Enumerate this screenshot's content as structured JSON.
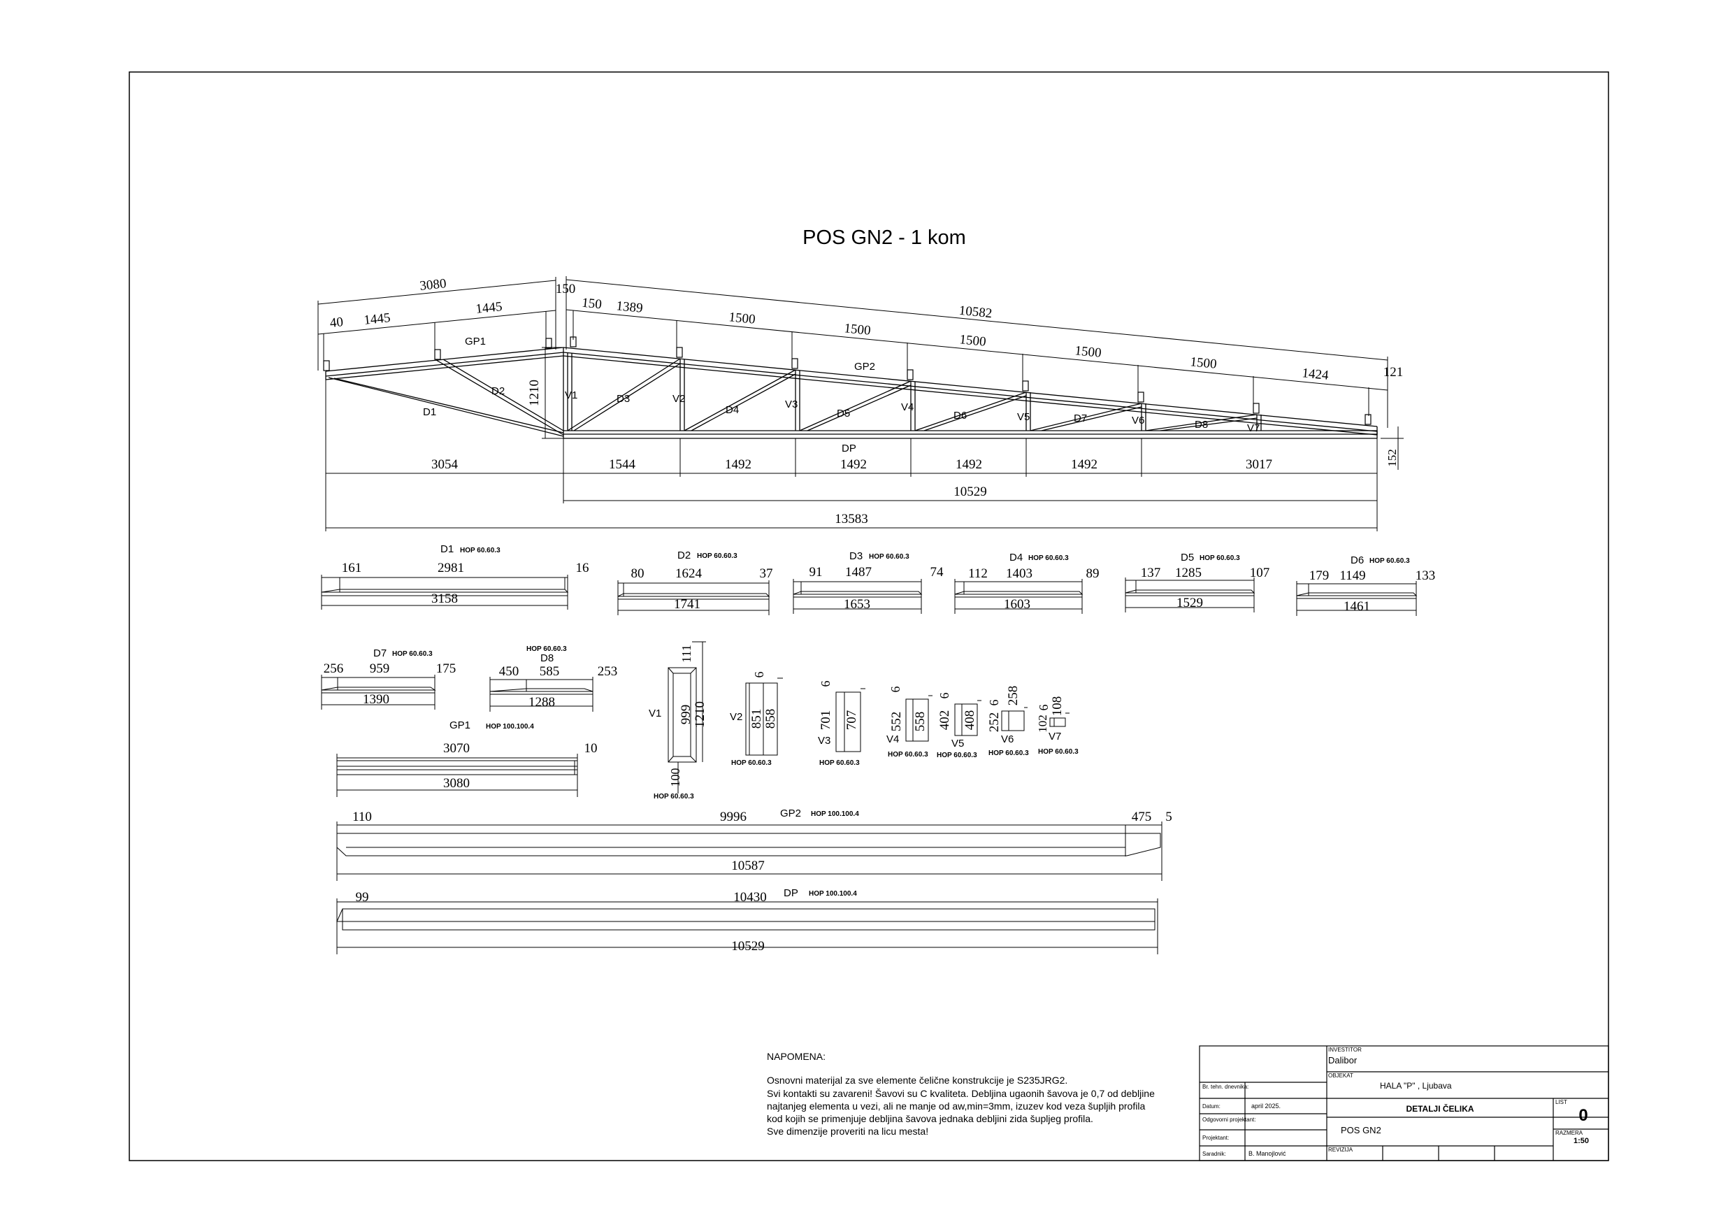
{
  "title": "POS GN2 - 1 kom",
  "truss": {
    "top_left_dims": {
      "total": "3080",
      "a": "40",
      "b": "1445",
      "c": "1445",
      "d": "150"
    },
    "top_right_dims": {
      "total": "10582",
      "a": "150",
      "b": "1389",
      "segs": [
        "1500",
        "1500",
        "1500",
        "1500",
        "1500"
      ],
      "c": "1424",
      "d": "121"
    },
    "member_labels": {
      "gp1": "GP1",
      "gp2": "GP2",
      "dp": "DP",
      "d1": "D1",
      "d2": "D2",
      "d3": "D3",
      "d4": "D4",
      "d5": "D5",
      "d6": "D6",
      "d7": "D7",
      "d8": "D8",
      "v1": "V1",
      "v2": "V2",
      "v3": "V3",
      "v4": "V4",
      "v5": "V5",
      "v6": "V6",
      "v7": "V7"
    },
    "height_left": "1210",
    "height_right": "152",
    "bottom_dims": [
      "3054",
      "1544",
      "1492",
      "1492",
      "1492",
      "1492",
      "3017"
    ],
    "total_right": "10529",
    "total": "13583"
  },
  "parts": {
    "d1": {
      "name": "D1",
      "profile": "HOP 60.60.3",
      "a": "161",
      "b": "2981",
      "c": "16",
      "len": "3158"
    },
    "d2": {
      "name": "D2",
      "profile": "HOP 60.60.3",
      "a": "80",
      "b": "1624",
      "c": "37",
      "len": "1741"
    },
    "d3": {
      "name": "D3",
      "profile": "HOP 60.60.3",
      "a": "91",
      "b": "1487",
      "c": "74",
      "len": "1653"
    },
    "d4": {
      "name": "D4",
      "profile": "HOP 60.60.3",
      "a": "112",
      "b": "1403",
      "c": "89",
      "len": "1603"
    },
    "d5": {
      "name": "D5",
      "profile": "HOP 60.60.3",
      "a": "137",
      "b": "1285",
      "c": "107",
      "len": "1529"
    },
    "d6": {
      "name": "D6",
      "profile": "HOP 60.60.3",
      "a": "179",
      "b": "1149",
      "c": "133",
      "len": "1461"
    },
    "d7": {
      "name": "D7",
      "profile": "HOP 60.60.3",
      "a": "256",
      "b": "959",
      "c": "175",
      "len": "1390"
    },
    "d8": {
      "name": "D8",
      "profile": "HOP 60.60.3",
      "a": "450",
      "b": "585",
      "c": "253",
      "len": "1288"
    },
    "gp1": {
      "name": "GP1",
      "profile": "HOP 100.100.4",
      "a": "3070",
      "c": "10",
      "len": "3080"
    },
    "gp2": {
      "name": "GP2",
      "profile": "HOP 100.100.4",
      "a": "110",
      "b": "9996",
      "c": "475",
      "d": "5",
      "len": "10587"
    },
    "dp": {
      "name": "DP",
      "profile": "HOP 100.100.4",
      "a": "99",
      "b": "10430",
      "len": "10529"
    },
    "v1": {
      "name": "V1",
      "profile": "HOP 60.60.3",
      "top": "111",
      "inner": "999",
      "outer": "1210",
      "bottom": "100"
    },
    "v2": {
      "name": "V2",
      "profile": "HOP 60.60.3",
      "top": "6",
      "inner": "851",
      "outer": "858"
    },
    "v3": {
      "name": "V3",
      "profile": "HOP 60.60.3",
      "top": "6",
      "inner": "701",
      "outer": "707"
    },
    "v4": {
      "name": "V4",
      "profile": "HOP 60.60.3",
      "top": "6",
      "inner": "552",
      "outer": "558"
    },
    "v5": {
      "name": "V5",
      "profile": "HOP 60.60.3",
      "top": "6",
      "inner": "402",
      "outer": "408"
    },
    "v6": {
      "name": "V6",
      "profile": "HOP 60.60.3",
      "top": "6",
      "inner": "252",
      "outer": "258"
    },
    "v7": {
      "name": "V7",
      "profile": "HOP 60.60.3",
      "top": "6",
      "inner": "102",
      "outer": "108"
    }
  },
  "note": {
    "heading": "NAPOMENA:",
    "lines": [
      "Osnovni materijal za sve elemente čelične konstrukcije je S235JRG2.",
      "Svi kontakti su zavareni! Šavovi su C kvaliteta. Debljina ugaonih šavova je 0,7 od debljine",
      "najtanjeg elementa u vezi, ali ne manje od aw,min=3mm, izuzev kod veza šupljih profila",
      "kod kojih se primenjuje debljina šavova jednaka debljini zida šupljeg profila.",
      "Sve dimenzije proveriti na licu mesta!"
    ]
  },
  "titleblock": {
    "investitor_label": "INVESTITOR",
    "investitor": "Dalibor",
    "objekat_label": "OBJEKAT",
    "objekat": "HALA  \"P\" , Ljubava",
    "br_tehn_label": "Br. tehn. dnevnika:",
    "datum_label": "Datum:",
    "datum": "april 2025.",
    "sadrzaj": "DETALJI ČELIKA",
    "list_label": "LIST",
    "list": "0",
    "odgovorni_label": "Odgovorni projektant:",
    "pos": "POS GN2",
    "razmera_label": "RAZMERA",
    "razmera": "1:50",
    "projektant_label": "Projektant:",
    "saradnik_label": "Saradnik:",
    "saradnik": "B. Manojlović",
    "revizija_label": "REVIZIJA"
  }
}
